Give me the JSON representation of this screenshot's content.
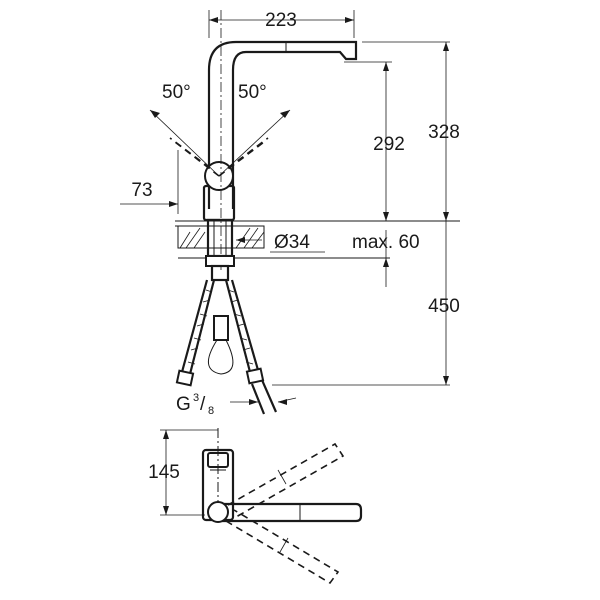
{
  "dimensions": {
    "spout_reach": "223",
    "height_to_spout": "292",
    "total_height": "328",
    "angle_left": "50°",
    "angle_right": "50°",
    "handle_offset": "73",
    "hole_diameter": "Ø34",
    "deck_thickness": "max. 60",
    "hose_length": "450",
    "thread_prefix": "G",
    "thread_num": "3",
    "thread_slash": "/",
    "thread_den": "8",
    "plan_depth": "145"
  }
}
